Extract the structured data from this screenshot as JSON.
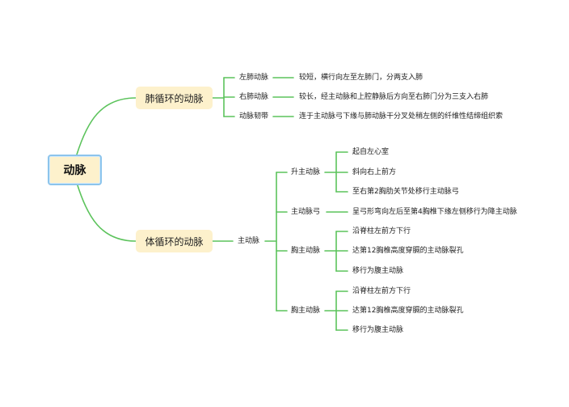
{
  "root": "动脉",
  "pulmonary": {
    "title": "肺循环的动脉",
    "children": [
      {
        "label": "左肺动脉",
        "desc": "较短，横行向左至左肺门，分两支入肺"
      },
      {
        "label": "右肺动脉",
        "desc": "较长，经主动脉和上腔静脉后方向至右肺门分为三支入右肺"
      },
      {
        "label": "动脉韧带",
        "desc": "连于主动脉弓下缘与肺动脉干分叉处稍左侧的纤维性结缔组织索"
      }
    ]
  },
  "systemic": {
    "title": "体循环的动脉",
    "aorta": "主动脉",
    "branches": [
      {
        "label": "升主动脉",
        "items": [
          "起自左心室",
          "斜向右上前方",
          "至右第2胸肋关节处移行主动脉弓"
        ]
      },
      {
        "label": "主动脉弓",
        "items": [
          "呈弓形弯向左后至第4胸椎下缘左侧移行为降主动脉"
        ]
      },
      {
        "label": "胸主动脉",
        "items": [
          "沿脊柱左前方下行",
          "达第12胸椎高度穿膈的主动脉裂孔",
          "移行为腹主动脉"
        ]
      },
      {
        "label": "胸主动脉",
        "items": [
          "沿脊柱左前方下行",
          "达第12胸椎高度穿膈的主动脉裂孔",
          "移行为腹主动脉"
        ]
      }
    ]
  },
  "colors": {
    "line": "#5cc35c",
    "node_fill": "#fdf1cc",
    "root_border": "#8cc4ec"
  }
}
